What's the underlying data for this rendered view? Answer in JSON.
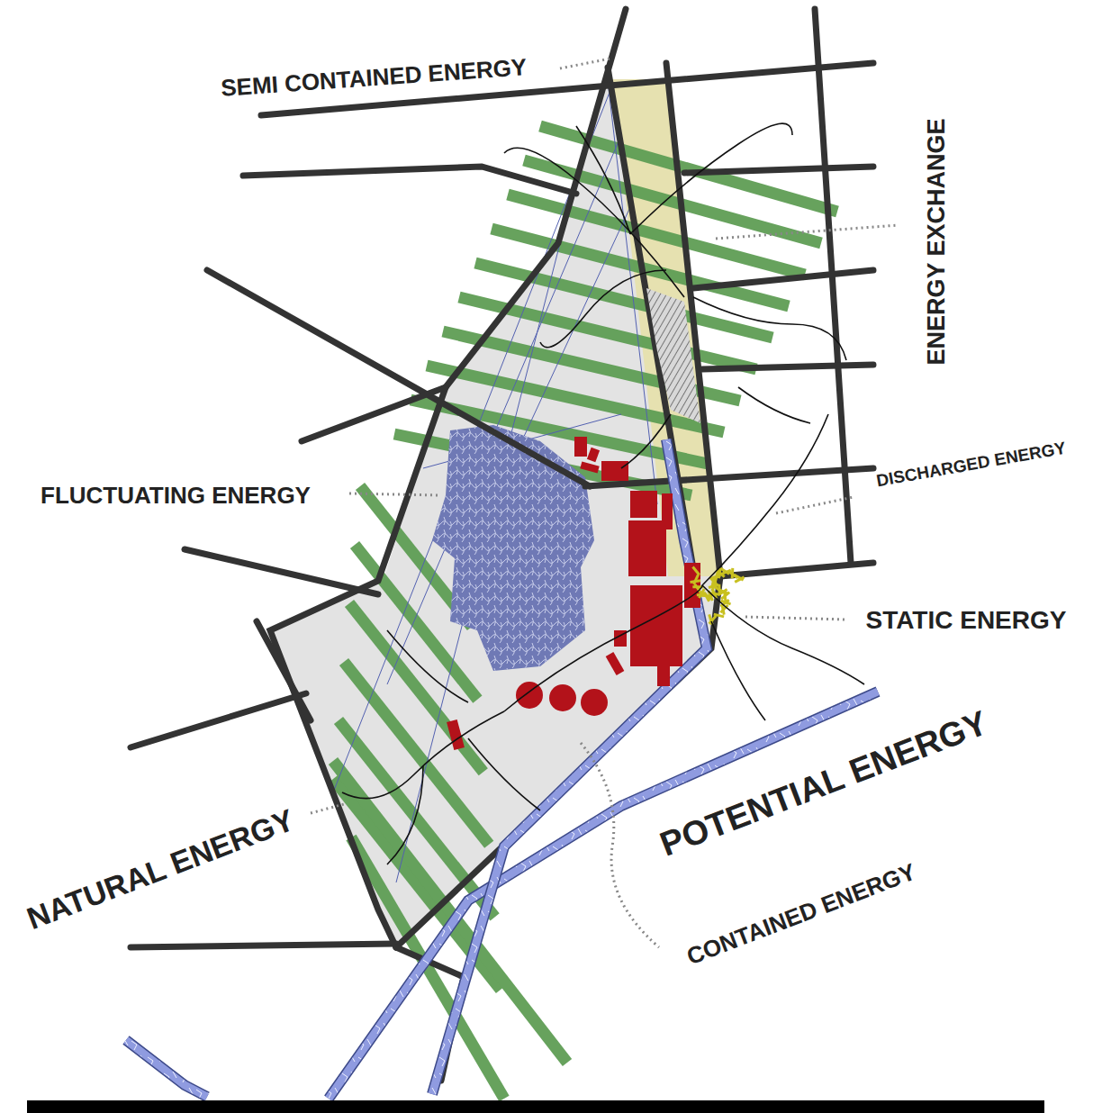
{
  "diagram": {
    "labels": [
      "SEMI CONTAINED ENERGY",
      "ENERGY EXCHANGE",
      "FLUCTUATING ENERGY",
      "DISCHARGED ENERGY",
      "STATIC ENERGY",
      "POTENTIAL ENERGY",
      "CONTAINED ENERGY",
      "NATURAL ENERGY"
    ]
  }
}
